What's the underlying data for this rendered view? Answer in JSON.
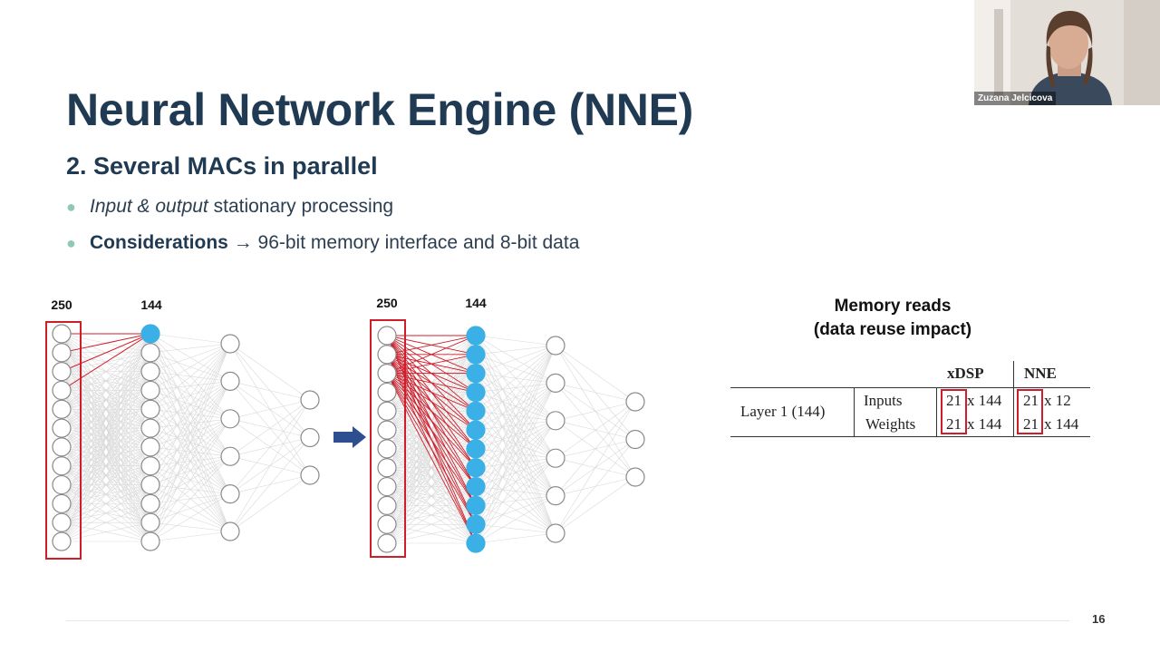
{
  "slide": {
    "title": "Neural Network Engine (NNE)",
    "subtitle": "2. Several MACs in parallel",
    "bullets": [
      {
        "em": "Input & output",
        "text": " stationary processing"
      },
      {
        "strong": "Considerations",
        "text": " → 96-bit memory interface and 8-bit data"
      }
    ],
    "page_number": "16"
  },
  "diagram": {
    "left_net": {
      "input_label": "250",
      "hidden_label": "144"
    },
    "right_net": {
      "input_label": "250",
      "hidden_label": "144"
    },
    "colors": {
      "active_neuron": "#3bb0e6",
      "highlight": "#d01d2a",
      "arrow": "#2e4f8f",
      "edge": "#d9d9d9"
    }
  },
  "memory_table": {
    "title_line1": "Memory reads",
    "title_line2": "(data reuse impact)",
    "col_headers": [
      "xDSP",
      "NNE"
    ],
    "row_label": "Layer 1 (144)",
    "rows": [
      {
        "name": "Inputs",
        "xdsp_a": "21",
        "xdsp_b": "x 144",
        "nne_a": "21",
        "nne_b": "x 12"
      },
      {
        "name": "Weights",
        "xdsp_a": "21",
        "xdsp_b": "x 144",
        "nne_a": "21",
        "nne_b": "x 144"
      }
    ]
  },
  "webcam": {
    "participant_name": "Zuzana Jelcicova"
  }
}
